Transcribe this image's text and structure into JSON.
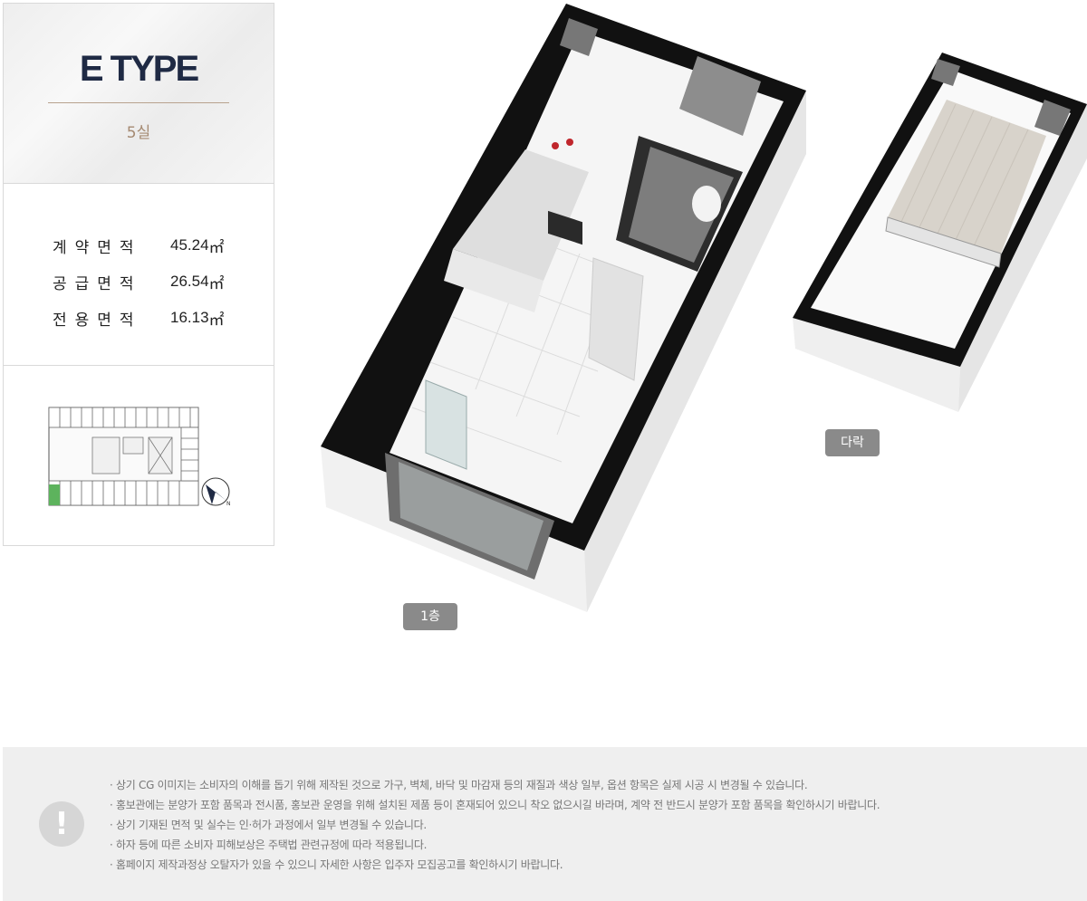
{
  "type_card": {
    "title": "E TYPE",
    "count": "5실"
  },
  "areas": [
    {
      "label": "계약면적",
      "value": "45.24",
      "unit": "㎡"
    },
    {
      "label": "공급면적",
      "value": "26.54",
      "unit": "㎡"
    },
    {
      "label": "전용면적",
      "value": "16.13",
      "unit": "㎡"
    }
  ],
  "floor_labels": {
    "first_floor": "1층",
    "loft": "다락"
  },
  "compass_mark": "N",
  "notice": {
    "icon": "exclamation-icon",
    "items": [
      "· 상기 CG 이미지는 소비자의 이해를 돕기 위해 제작된 것으로 가구, 벽체, 바닥 및 마감재 등의 재질과 색상 일부, 옵션 항목은 실제 시공 시 변경될 수 있습니다.",
      "· 홍보관에는 분양가 포함 품목과 전시품, 홍보관 운영을 위해 설치된 제품 등이 혼재되어 있으니 착오 없으시길 바라며, 계약 전 반드시 분양가 포함 품목을 확인하시기 바랍니다.",
      "· 상기 기재된 면적 및 실수는 인·허가 과정에서 일부 변경될 수 있습니다.",
      "· 하자 등에 따른 소비자 피해보상은 주택법 관련규정에 따라 적용됩니다.",
      "· 홈페이지 제작과정상 오탈자가 있을 수 있으니 자세한 사항은 입주자 모집공고를 확인하시기 바랍니다."
    ]
  },
  "colors": {
    "title": "#1f2a44",
    "accent": "#a58a72",
    "label_button": "#8a8a8a",
    "wall": "#111111"
  }
}
